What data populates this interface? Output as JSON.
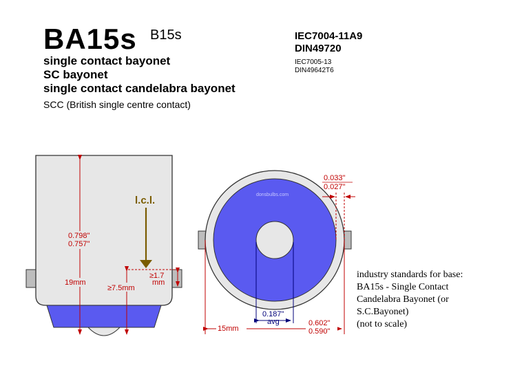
{
  "header": {
    "title": "BA15s",
    "subtitle": "B15s",
    "names": [
      "single contact bayonet",
      "SC bayonet",
      "single contact candelabra bayonet"
    ],
    "note": "SCC (British single centre contact)"
  },
  "standards": {
    "primary": [
      "IEC7004-11A9",
      "DIN49720"
    ],
    "secondary": [
      "IEC7005-13",
      "DIN49642T6"
    ]
  },
  "side_view": {
    "height_in": "0.798\"",
    "height_in_min": "0.757\"",
    "height_mm": "19mm",
    "min_length": "≥7.5mm",
    "lcl_label": "l.c.l.",
    "pin_gap_top": "≥1.7",
    "pin_gap_unit": "mm"
  },
  "end_view": {
    "watermark": "donsbulbs.com",
    "contact_dia": "0.187\"",
    "contact_avg": "avg",
    "diameter_mm": "15mm",
    "diameter_in_max": "0.602\"",
    "diameter_in_min": "0.590\"",
    "shell_max": "0.033\"",
    "shell_min": "0.027\""
  },
  "caption": {
    "lines": [
      "industry standards for base:",
      "BA15s - Single Contact",
      "Candelabra Bayonet (or",
      "S.C.Bayonet)",
      "(not to scale)"
    ]
  },
  "colors": {
    "base_fill": "#e7e7e7",
    "insulator": "#5a5af0",
    "dimension": "#c00000",
    "lcl_arrow": "#7a5c00",
    "contact_dim": "#00007a"
  }
}
